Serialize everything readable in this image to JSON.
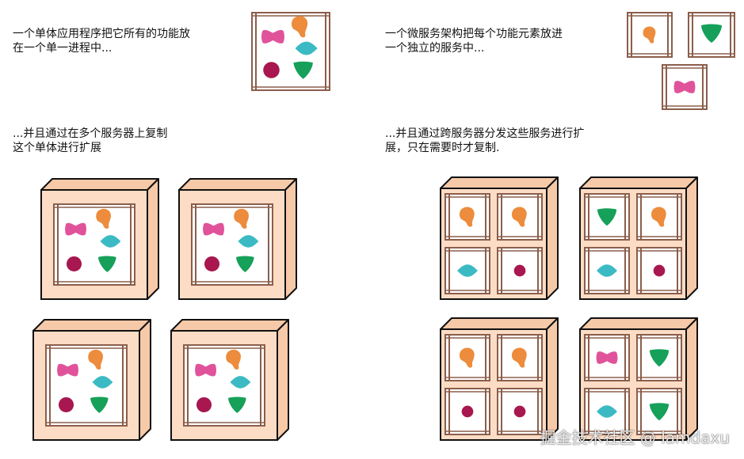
{
  "captions": {
    "monolith_intro": "一个单体应用程序把它所有的功能放\n在一个单一进程中...",
    "microservice_intro": "一个微服务架构把每个功能元素放进\n一个独立的服务中...",
    "monolith_scale": "...并且通过在多个服务器上复制\n这个单体进行扩展",
    "microservice_scale": "...并且通过跨服务器分发这些服务进行扩\n展，只在需要时才复制."
  },
  "watermark": "掘金技术社区 @ lamdaxu",
  "colors": {
    "server_face": "#fcdcc4",
    "server_side": "#f6c9a8",
    "outline": "#111111",
    "frame": "#8b5e4b",
    "pink": "#e0539a",
    "orange": "#ec8c3c",
    "teal": "#3cbac4",
    "crimson": "#a8174f",
    "green": "#16a05a"
  },
  "legend_shapes": [
    "pink-bowtie",
    "orange-blob",
    "teal-diamond",
    "crimson-circle",
    "green-triangle"
  ],
  "microservice_servers": [
    [
      "orange",
      "orange",
      "teal",
      "crimson"
    ],
    [
      "green",
      "orange",
      "teal",
      "crimson"
    ],
    [
      "orange",
      "orange",
      "crimson",
      "crimson"
    ],
    [
      "pink",
      "green",
      "teal",
      "green"
    ]
  ]
}
